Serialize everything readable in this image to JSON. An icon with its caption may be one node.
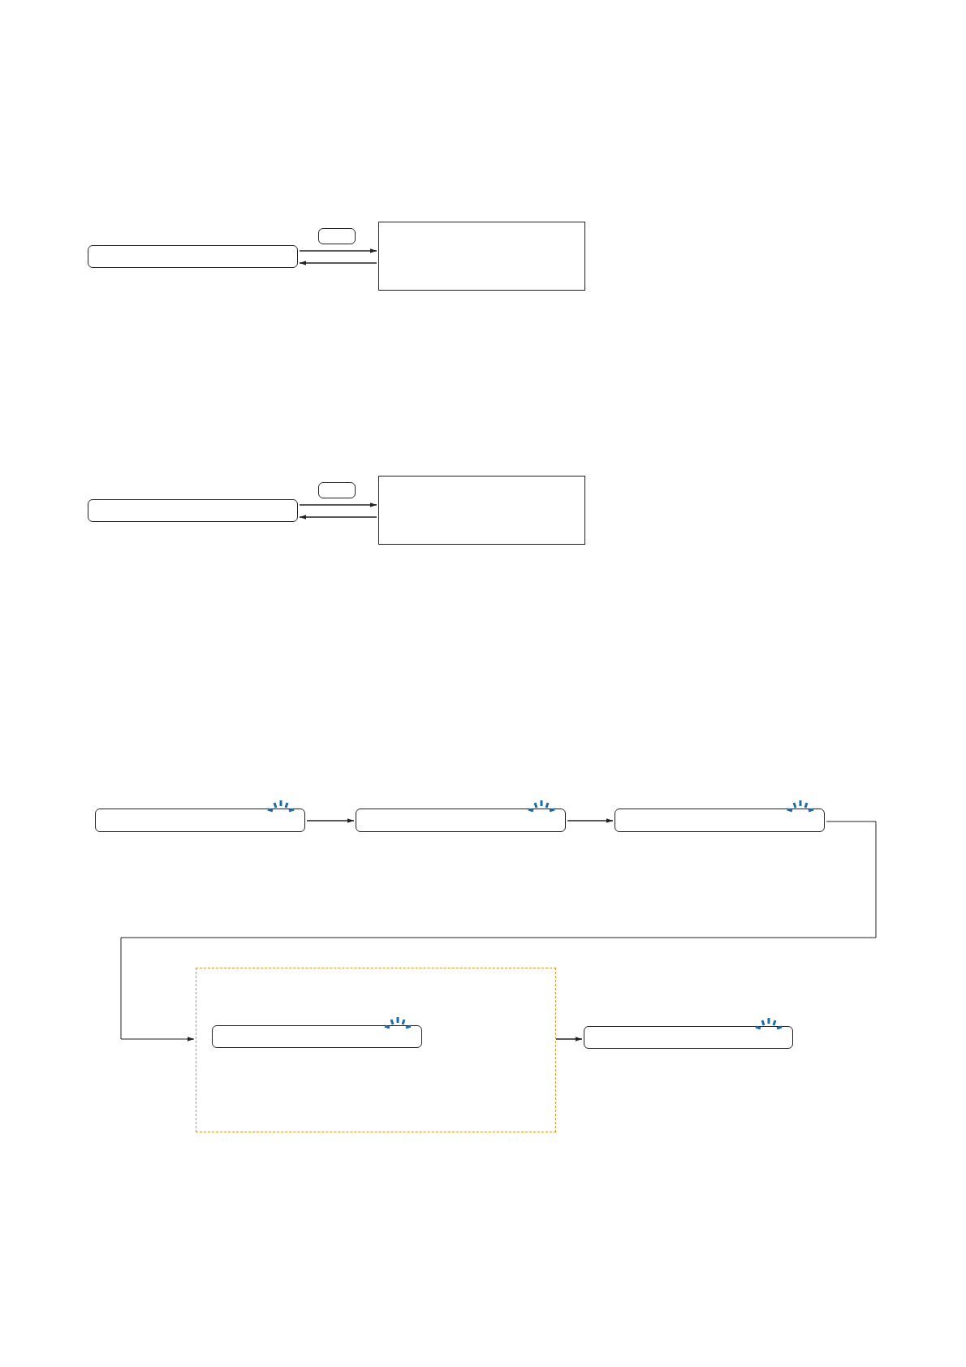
{
  "diagram": {
    "nodes": [
      {
        "text": [],
        "shape": "box"
      },
      {
        "text": [],
        "shape": "box"
      },
      {
        "text": [],
        "shape": "box"
      },
      {
        "text": [],
        "shape": "box"
      },
      {
        "text": [],
        "shape": "box"
      },
      {
        "text": [],
        "shape": "box"
      },
      {
        "text": [],
        "shape": "box"
      },
      {
        "text": [],
        "shape": "box"
      },
      {
        "text": [],
        "shape": "box"
      },
      {
        "text": [],
        "shape": "box"
      },
      {
        "text": [],
        "shape": "box",
        "in": 9
      },
      {
        "text": [],
        "shape": "box"
      }
    ],
    "edges": [
      {
        "from": 0,
        "to": 2,
        "arrow": "to"
      },
      {
        "from": 2,
        "to": 0,
        "arrow": "to"
      },
      {
        "from": 3,
        "to": 5,
        "arrow": "to"
      },
      {
        "from": 5,
        "to": 3,
        "arrow": "to"
      },
      {
        "from": 6,
        "to": 7,
        "arrow": "to"
      },
      {
        "from": 7,
        "to": 8,
        "arrow": "to"
      },
      {
        "from": 8,
        "to": 9,
        "arrow": "to"
      },
      {
        "from": 10,
        "to": 11,
        "arrow": "to"
      }
    ]
  }
}
